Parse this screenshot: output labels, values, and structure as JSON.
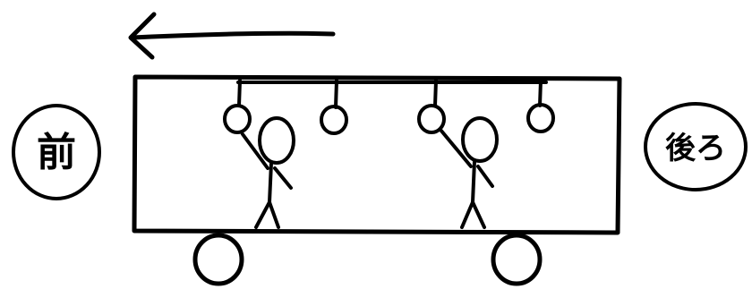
{
  "labels": {
    "front": "前",
    "back": "後ろ"
  },
  "diagram": {
    "direction": "left",
    "direction-arrow-icon": "arrow-left-icon",
    "passenger_count": 2,
    "hand_strap_count": 4,
    "wheel_count": 2
  },
  "colors": {
    "ink": "#000000",
    "background": "#ffffff"
  }
}
